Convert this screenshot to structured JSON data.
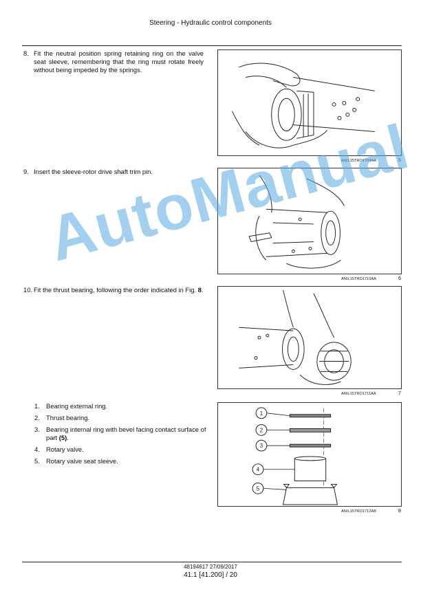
{
  "header": {
    "title": "Steering - Hydraulic control components"
  },
  "steps": [
    {
      "num": "8.",
      "text": "Fit the neutral position spring retaining ring on the valve seat sleeve, remembering that the ring must rotate freely without being impeded by the springs."
    },
    {
      "num": "9.",
      "text": "Insert the sleeve-rotor drive shaft trim pin."
    },
    {
      "num": "10.",
      "text_before": "Fit the thrust bearing, following the order indicated in Fig. ",
      "text_bold": "8",
      "text_after": "."
    }
  ],
  "figures": [
    {
      "ref": "ANIL15TRO1709AA",
      "num": "5"
    },
    {
      "ref": "ANIL15TRO1710AA",
      "num": "6"
    },
    {
      "ref": "ANIL15TRO1711AA",
      "num": "7"
    },
    {
      "ref": "ANIL15TRO1712AB",
      "num": "8",
      "callouts": [
        "1",
        "2",
        "3",
        "4",
        "5"
      ]
    }
  ],
  "parts_list": [
    {
      "num": "1.",
      "text": "Bearing external ring."
    },
    {
      "num": "2.",
      "text": "Thrust bearing."
    },
    {
      "num": "3.",
      "text_before": "Bearing internal ring with bevel facing contact surface of part ",
      "text_bold": "(5)",
      "text_after": "."
    },
    {
      "num": "4.",
      "text": "Rotary valve."
    },
    {
      "num": "5.",
      "text": "Rotary valve seat sleeve."
    }
  ],
  "watermark": {
    "text": "AutoManual"
  },
  "footer": {
    "doc": "48194617 27/09/2017",
    "page": "41.1 [41.200] / 20"
  }
}
